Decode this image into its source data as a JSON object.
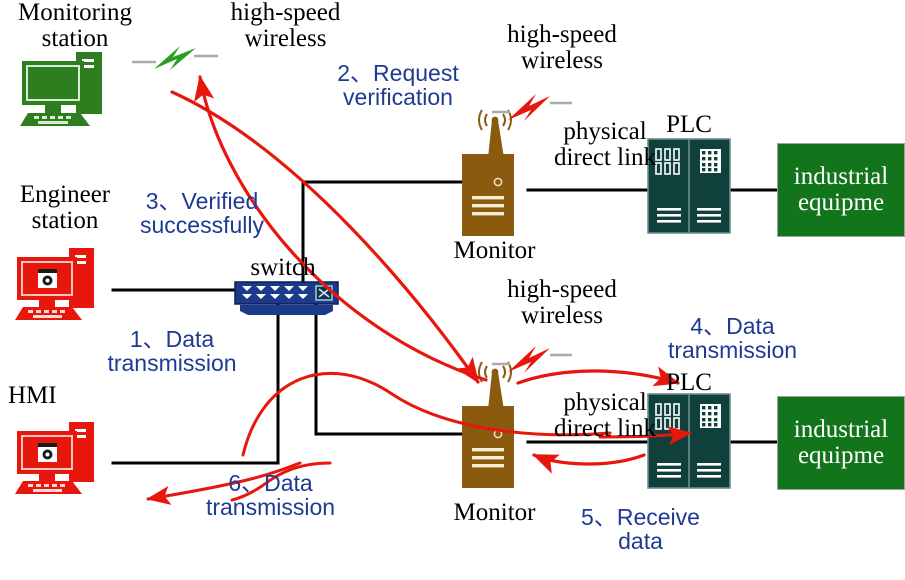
{
  "diagram": {
    "title": "Industrial control network monitoring data flow",
    "colors": {
      "monitoring_station": "#2E7D1E",
      "workstation_red": "#E8170E",
      "monitor_brown": "#8A5A0E",
      "plc_teal": "#10403C",
      "switch_navy": "#1B3A8C",
      "equipment_green": "#13751B",
      "flow_red": "#E8170E",
      "step_text_blue": "#1F3A93",
      "wire_black": "#000000"
    },
    "nodes": [
      {
        "id": "monitoring-station",
        "label": "Monitoring\nstation",
        "type": "desktop-computer",
        "color": "#2E7D1E"
      },
      {
        "id": "engineer-station",
        "label": "Engineer\nstation",
        "type": "desktop-computer",
        "color": "#E8170E"
      },
      {
        "id": "hmi",
        "label": "HMI",
        "type": "desktop-computer",
        "color": "#E8170E"
      },
      {
        "id": "switch",
        "label": "switch",
        "type": "network-switch",
        "color": "#1B3A8C"
      },
      {
        "id": "monitor-upper",
        "label": "Monitor",
        "type": "wireless-monitor",
        "color": "#8A5A0E"
      },
      {
        "id": "monitor-lower",
        "label": "Monitor",
        "type": "wireless-monitor",
        "color": "#8A5A0E"
      },
      {
        "id": "plc-upper",
        "label": "PLC",
        "type": "plc-cabinet",
        "color": "#10403C"
      },
      {
        "id": "plc-lower",
        "label": "PLC",
        "type": "plc-cabinet",
        "color": "#10403C"
      },
      {
        "id": "equipment-upper",
        "label": "industrial\nequipme",
        "type": "equipment-box",
        "color": "#13751B"
      },
      {
        "id": "equipment-lower",
        "label": "industrial\nequipme",
        "type": "equipment-box",
        "color": "#13751B"
      }
    ],
    "link_labels": [
      {
        "id": "wireless-top-left",
        "text": "high-speed\nwireless"
      },
      {
        "id": "wireless-upper",
        "text": "high-speed\nwireless"
      },
      {
        "id": "wireless-lower",
        "text": "high-speed\nwireless"
      },
      {
        "id": "direct-link-upper",
        "text": "physical\ndirect link"
      },
      {
        "id": "direct-link-lower",
        "text": "physical\ndirect link"
      }
    ],
    "steps": [
      {
        "number": "1",
        "text": "1、Data\ntransmission",
        "from": "hmi",
        "to": "monitor-lower"
      },
      {
        "number": "2",
        "text": "2、Request\nverification",
        "from": "monitoring-station",
        "to": "monitor-lower"
      },
      {
        "number": "3",
        "text": "3、Verified\nsuccessfully",
        "from": "monitor-lower",
        "to": "monitoring-station"
      },
      {
        "number": "4",
        "text": "4、Data\ntransmission",
        "from": "monitor-lower",
        "to": "plc-lower"
      },
      {
        "number": "5",
        "text": "5、Receive\ndata",
        "from": "plc-lower",
        "to": "monitor-lower"
      },
      {
        "number": "6",
        "text": "6、Data\ntransmission",
        "from": "monitor-lower",
        "to": "hmi"
      }
    ],
    "node_labels": {
      "monitoring_station": "Monitoring\nstation",
      "engineer_station": "Engineer\nstation",
      "hmi": "HMI",
      "switch": "switch",
      "monitor_upper": "Monitor",
      "monitor_lower": "Monitor",
      "plc_upper": "PLC",
      "plc_lower": "PLC",
      "equipment_upper": "industrial\nequipme",
      "equipment_lower": "industrial\nequipme"
    }
  }
}
